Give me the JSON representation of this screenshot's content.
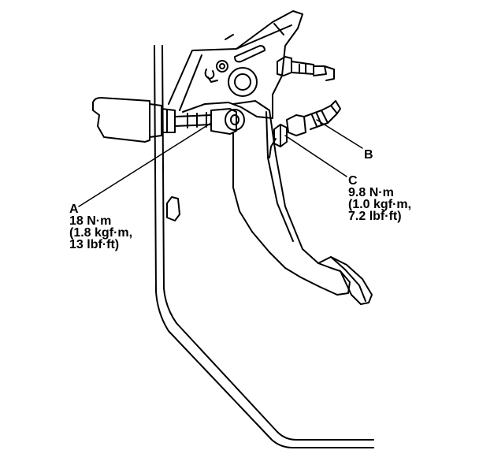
{
  "callouts": {
    "a": {
      "letter": "A",
      "line1": "18 N·m",
      "line2": "(1.8 kgf·m,",
      "line3": "13 lbf·ft)"
    },
    "b": {
      "letter": "B"
    },
    "c": {
      "letter": "C",
      "line1": "9.8 N·m",
      "line2": "(1.0 kgf·m,",
      "line3": "7.2 lbf·ft)"
    }
  },
  "colors": {
    "line": "#000000",
    "background": "#ffffff"
  }
}
